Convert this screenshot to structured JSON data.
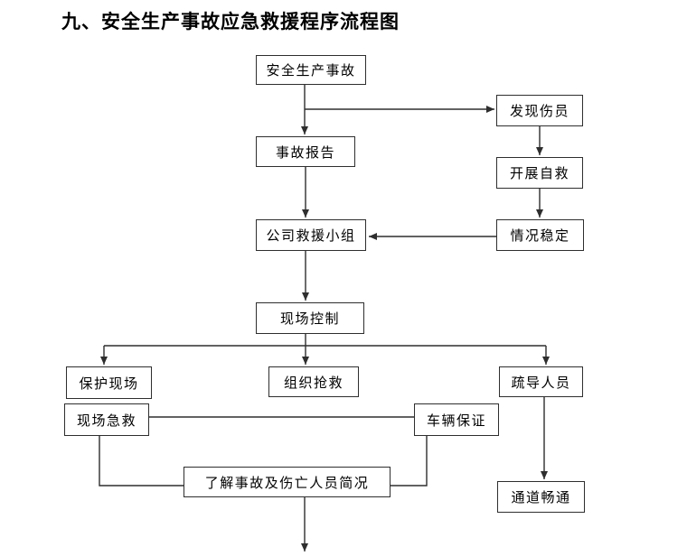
{
  "title": "九、安全生产事故应急救援程序流程图",
  "nodes": {
    "accident": {
      "label": "安全生产事故"
    },
    "report": {
      "label": "事故报告"
    },
    "find_injured": {
      "label": "发现伤员"
    },
    "self_rescue": {
      "label": "开展自救"
    },
    "situation_stable": {
      "label": "情况稳定"
    },
    "rescue_team": {
      "label": "公司救援小组"
    },
    "site_control": {
      "label": "现场控制"
    },
    "protect_site": {
      "label": "保护现场"
    },
    "organize_rescue": {
      "label": "组织抢救"
    },
    "guide_people": {
      "label": "疏导人员"
    },
    "site_first_aid": {
      "label": "现场急救"
    },
    "vehicle_guarantee": {
      "label": "车辆保证"
    },
    "casualty_brief": {
      "label": "了解事故及伤亡人员简况"
    },
    "channel_clear": {
      "label": "通道畅通"
    }
  },
  "edges": [
    {
      "from": "accident",
      "to": "report",
      "arrow": true
    },
    {
      "from": "accident",
      "to": "find_injured",
      "arrow": true
    },
    {
      "from": "find_injured",
      "to": "self_rescue",
      "arrow": true
    },
    {
      "from": "self_rescue",
      "to": "situation_stable",
      "arrow": true
    },
    {
      "from": "situation_stable",
      "to": "rescue_team",
      "arrow": true
    },
    {
      "from": "report",
      "to": "rescue_team",
      "arrow": true
    },
    {
      "from": "rescue_team",
      "to": "site_control",
      "arrow": true
    },
    {
      "from": "site_control",
      "to": "protect_site",
      "arrow": true
    },
    {
      "from": "site_control",
      "to": "organize_rescue",
      "arrow": true
    },
    {
      "from": "site_control",
      "to": "guide_people",
      "arrow": true
    },
    {
      "from": "guide_people",
      "to": "channel_clear",
      "arrow": true
    },
    {
      "from": "site_first_aid",
      "to": "vehicle_guarantee",
      "arrow": false
    },
    {
      "from": "site_first_aid",
      "to": "casualty_brief",
      "arrow": false
    },
    {
      "from": "vehicle_guarantee",
      "to": "casualty_brief",
      "arrow": false
    },
    {
      "from": "casualty_brief",
      "to": "offpage-bottom",
      "arrow": true
    }
  ],
  "colors": {
    "background": "#ffffff",
    "line": "#2e2e2e",
    "text": "#000000"
  }
}
